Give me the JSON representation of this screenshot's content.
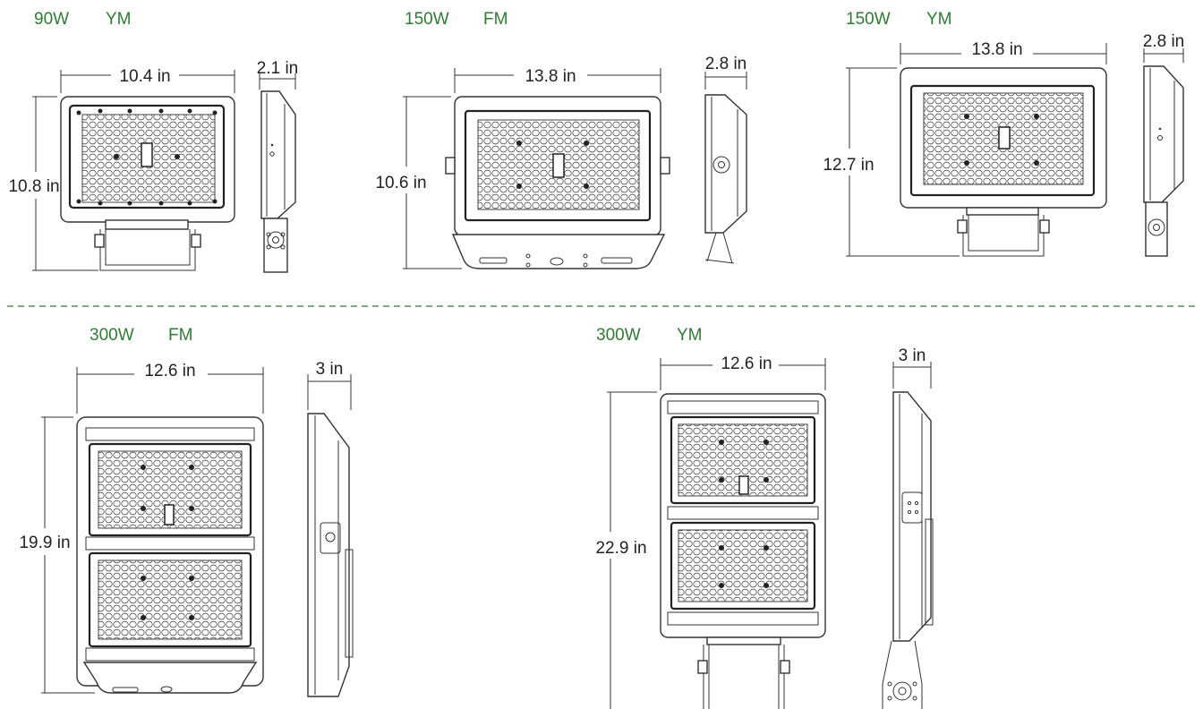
{
  "colors": {
    "heading": "#2e7d32",
    "divider": "#2e7d32",
    "line": "#333333"
  },
  "headings": {
    "p90ym": {
      "wattage": "90W",
      "mount": "YM"
    },
    "p150fm": {
      "wattage": "150W",
      "mount": "FM"
    },
    "p150ym": {
      "wattage": "150W",
      "mount": "YM"
    },
    "p300fm": {
      "wattage": "300W",
      "mount": "FM"
    },
    "p300ym": {
      "wattage": "300W",
      "mount": "YM"
    }
  },
  "dimensions": {
    "p90ym": {
      "width": "10.4 in",
      "height": "10.8 in",
      "depth": "2.1 in"
    },
    "p150fm": {
      "width": "13.8 in",
      "height": "10.6 in",
      "depth": "2.8 in"
    },
    "p150ym": {
      "width": "13.8 in",
      "height": "12.7 in",
      "depth": "2.8 in"
    },
    "p300fm": {
      "width": "12.6 in",
      "height": "19.9 in",
      "depth": "3 in"
    },
    "p300ym": {
      "width": "12.6 in",
      "height": "22.9 in",
      "depth": "3 in"
    }
  }
}
